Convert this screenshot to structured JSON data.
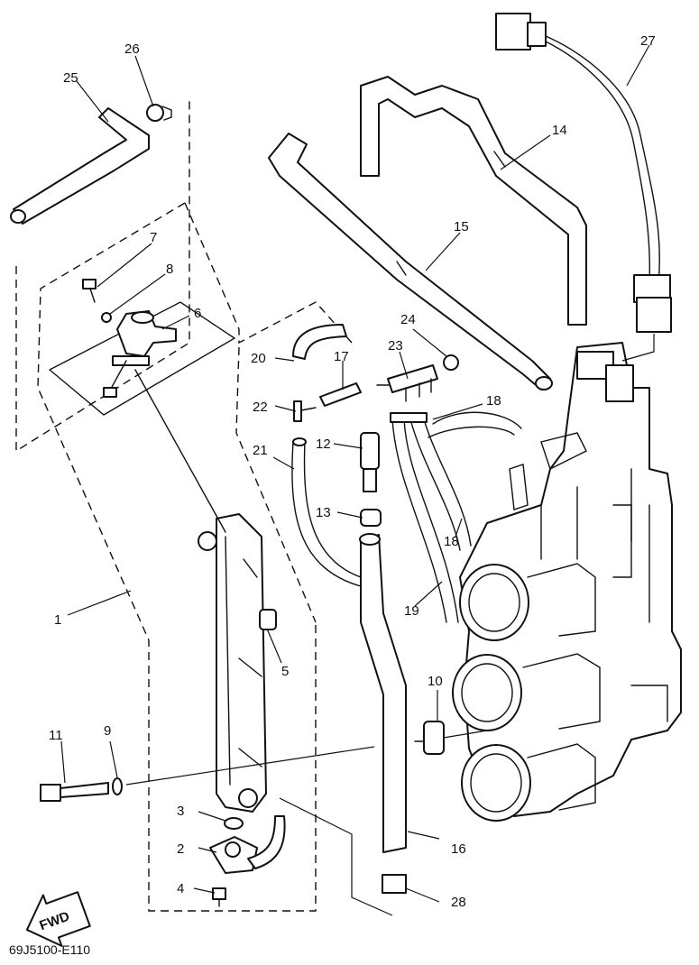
{
  "callouts": [
    "1",
    "2",
    "3",
    "4",
    "5",
    "6",
    "7",
    "8",
    "9",
    "10",
    "11",
    "12",
    "13",
    "14",
    "15",
    "16",
    "17",
    "18",
    "18",
    "19",
    "20",
    "21",
    "22",
    "23",
    "24",
    "25",
    "26",
    "27",
    "28"
  ],
  "fwd_label": "FWD",
  "drawing_code": "69J5100-E110"
}
